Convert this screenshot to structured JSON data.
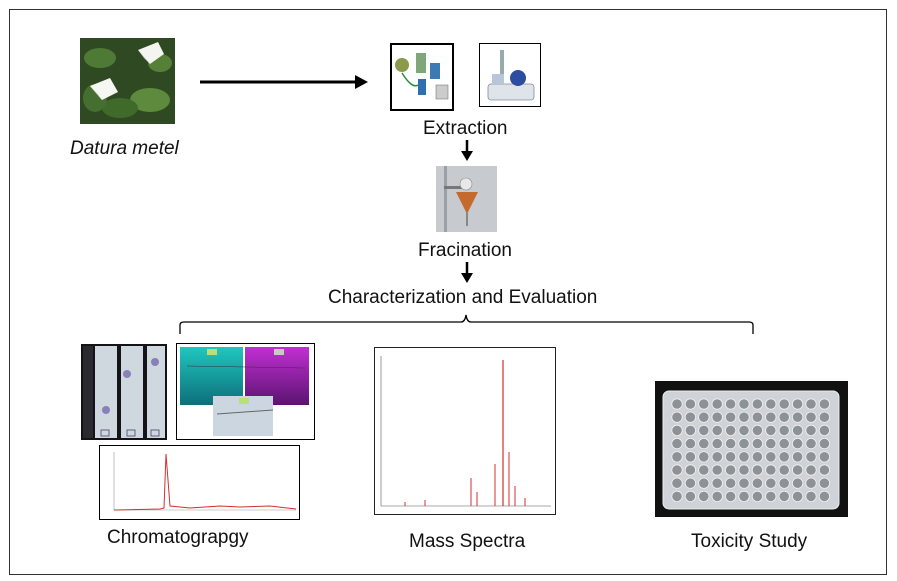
{
  "labels": {
    "plant": "Datura metel",
    "extraction": "Extraction",
    "fractionation": "Fracination",
    "characterization": "Characterization and Evaluation",
    "chromatography": "Chromatograpgy",
    "mass_spectra": "Mass Spectra",
    "toxicity": "Toxicity Study"
  },
  "colors": {
    "plate_dark": "#111111",
    "spot": "#8a7fb8",
    "spectrum_red": "#d23030",
    "uv_cyan": "#17b7b0",
    "uv_magenta": "#b327c7"
  }
}
